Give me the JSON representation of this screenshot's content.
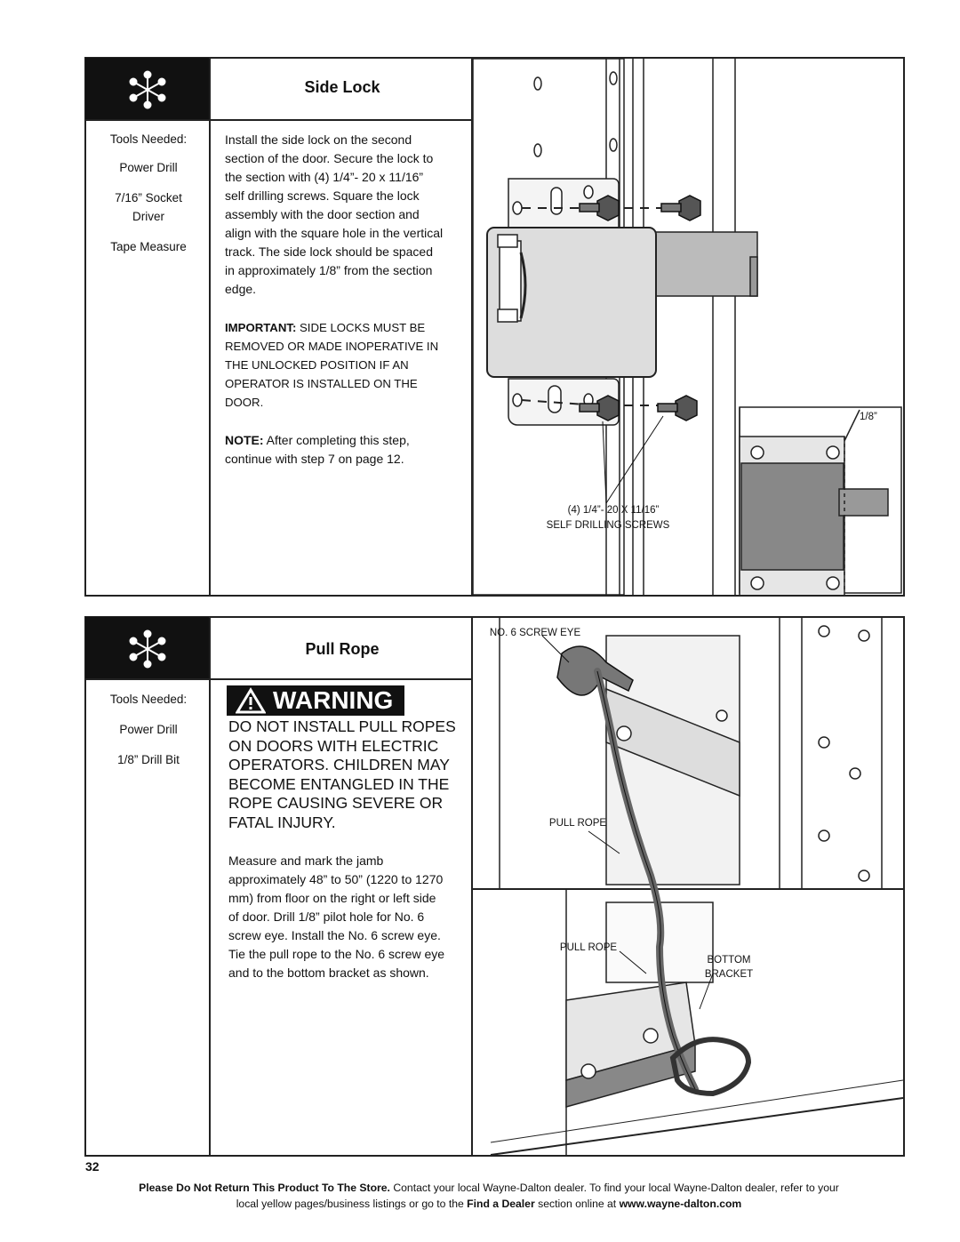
{
  "page_number": "32",
  "side_lock": {
    "title": "Side Lock",
    "tools_heading": "Tools Needed:",
    "tools": [
      "Power Drill",
      "7/16” Socket",
      "Driver",
      "Tape Measure"
    ],
    "instructions": [
      "Install the side lock on the second",
      "section of the door. Secure the lock to",
      "the section with (4) 1/4”- 20 x 11/16”",
      "self drilling screws. Square the lock",
      "assembly with the door section and",
      "align with the square hole in the vertical",
      "track. The side lock should be spaced",
      "in approximately 1/8” from the section",
      "edge."
    ],
    "important_label": "IMPORTANT:",
    "important_lines": [
      " SIDE LOCKS MUST BE",
      "REMOVED OR MADE INOPERATIVE IN",
      "THE UNLOCKED POSITION IF AN",
      "OPERATOR IS INSTALLED ON THE",
      "DOOR."
    ],
    "note_label": "NOTE:",
    "note_lines": [
      " After completing this step,",
      "continue with step 7 on page 12."
    ],
    "diagram_labels": {
      "gap": "1/8”",
      "screws_line1": "(4) 1/4”- 20 X 11/16”",
      "screws_line2": "SELF DRILLING SCREWS"
    }
  },
  "pull_rope": {
    "title": "Pull Rope",
    "tools_heading": "Tools Needed:",
    "tools": [
      "Power Drill",
      "1/8” Drill Bit"
    ],
    "warning_label": "WARNING",
    "warning_lines": [
      "DO NOT INSTALL PULL ROPES",
      "ON DOORS WITH ELECTRIC",
      "OPERATORS. CHILDREN MAY",
      "BECOME ENTANGLED IN THE",
      "ROPE CAUSING SEVERE OR",
      "FATAL INJURY."
    ],
    "instructions": [
      "Measure and mark the jamb",
      "approximately 48” to 50” (1220 to 1270",
      "mm) from floor on the right or left side",
      "of door. Drill 1/8” pilot hole for No. 6",
      "screw eye. Install the No. 6 screw eye.",
      "Tie the pull rope to the No. 6 screw eye",
      "and to the bottom bracket as shown."
    ],
    "diagram_labels": {
      "screw_eye": "NO. 6 SCREW EYE",
      "pull_rope_1": "PULL ROPE",
      "pull_rope_2": "PULL ROPE",
      "bottom_bracket_1": "BOTTOM",
      "bottom_bracket_2": "BRACKET"
    }
  },
  "footer": {
    "bold_1": "Please Do Not Return This Product To The Store.",
    "text_1": " Contact your local Wayne-Dalton dealer. To find your local Wayne-Dalton dealer, refer to your",
    "text_2": "local yellow pages/business listings or go to the ",
    "bold_2": "Find a Dealer",
    "text_3": " section online at ",
    "bold_3": "www.wayne-dalton.com"
  }
}
